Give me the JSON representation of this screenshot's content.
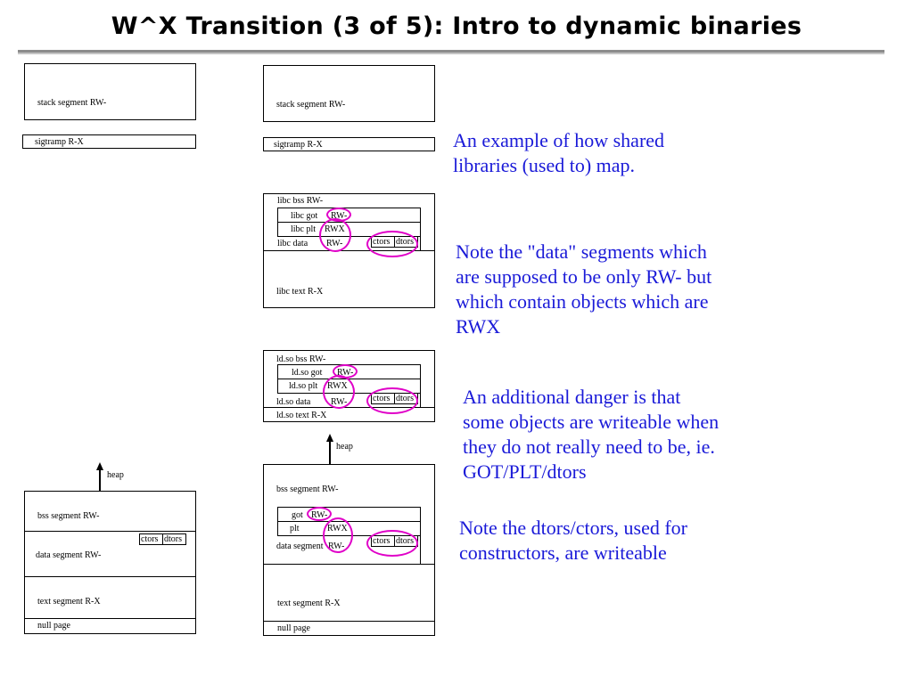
{
  "title": "W^X Transition (3 of 5): Intro to dynamic binaries",
  "left_column": {
    "stack": "stack segment RW-",
    "sigtramp": "sigtramp R-X",
    "heap": "heap",
    "bss": "bss segment RW-",
    "ctors": "ctors",
    "dtors": "dtors",
    "data": "data segment RW-",
    "text": "text segment  R-X",
    "null": "null page"
  },
  "right_column": {
    "stack": "stack segment RW-",
    "sigtramp": "sigtramp R-X",
    "libc": {
      "bss": "libc bss RW-",
      "got": "libc got",
      "got_perm": "RW-",
      "plt": "libc plt",
      "plt_perm": "RWX",
      "data": "libc data",
      "data_perm": "RW-",
      "ctors": "ctors",
      "dtors": "dtors",
      "text": "libc text R-X"
    },
    "ldso": {
      "bss": "ld.so bss RW-",
      "got": "ld.so got",
      "got_perm": "RW-",
      "plt": "ld.so plt",
      "plt_perm": "RWX",
      "data": "ld.so data",
      "data_perm": "RW-",
      "ctors": "ctors",
      "dtors": "dtors",
      "text": "ld.so text R-X"
    },
    "heap": "heap",
    "main": {
      "bss": "bss segment RW-",
      "got": "got",
      "got_perm": "RW-",
      "plt": "plt",
      "plt_perm": "RWX",
      "data": "data segment",
      "data_perm": "RW-",
      "ctors": "ctors",
      "dtors": "dtors",
      "text": "text segment R-X",
      "null": "null page"
    }
  },
  "notes": {
    "n1": [
      "An example of how shared",
      "libraries (used to) map."
    ],
    "n2": [
      "Note the \"data\" segments which",
      "are supposed to be only RW- but",
      "which contain objects which are",
      "RWX"
    ],
    "n3": [
      "An additional danger is that",
      "some objects are writeable when",
      "they do not really need to be, ie.",
      "GOT/PLT/dtors"
    ],
    "n4": [
      "Note the dtors/ctors, used for",
      "constructors, are writeable"
    ]
  },
  "colors": {
    "note_text": "#1a1ad8",
    "highlight": "#e000c8",
    "title_rule": "#8c8c8c"
  }
}
